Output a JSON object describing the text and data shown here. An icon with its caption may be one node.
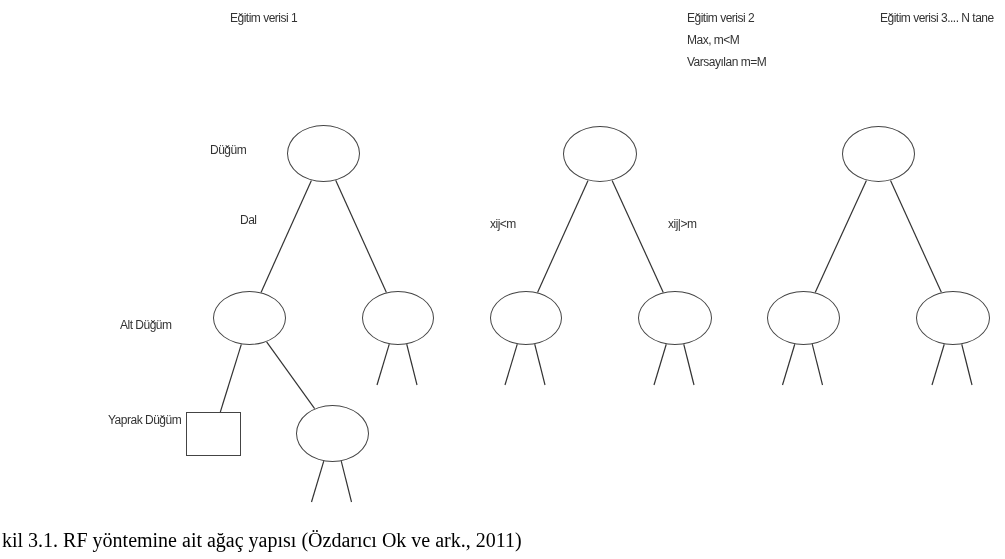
{
  "diagram": {
    "caption": "kil 3.1. RF yöntemine ait ağaç yapısı (Özdarıcı Ok ve ark., 2011)",
    "nodes": [
      {
        "text": [],
        "shape": "ellipse",
        "beside": [
          "Düğüm"
        ]
      },
      {
        "text": [],
        "shape": "ellipse",
        "beside": [
          "Alt Düğüm"
        ]
      },
      {
        "text": [],
        "shape": "ellipse"
      },
      {
        "text": [],
        "shape": "box",
        "beside": [
          "Yaprak Düğüm"
        ]
      },
      {
        "text": [],
        "shape": "ellipse"
      },
      {
        "text": [],
        "shape": "ellipse"
      },
      {
        "text": [],
        "shape": "ellipse"
      },
      {
        "text": [],
        "shape": "ellipse"
      },
      {
        "text": [],
        "shape": "ellipse"
      },
      {
        "text": [],
        "shape": "ellipse"
      },
      {
        "text": [],
        "shape": "ellipse"
      }
    ],
    "edges": [
      {
        "from": 0,
        "to": 1,
        "arrow": "none",
        "label": "Dal"
      },
      {
        "from": 0,
        "to": 2,
        "arrow": "none"
      },
      {
        "from": 1,
        "to": 3,
        "arrow": "none"
      },
      {
        "from": 1,
        "to": 4,
        "arrow": "none"
      },
      {
        "from": 2,
        "to": null,
        "arrow": "none"
      },
      {
        "from": 2,
        "to": null,
        "arrow": "none"
      },
      {
        "from": 4,
        "to": null,
        "arrow": "none"
      },
      {
        "from": 4,
        "to": null,
        "arrow": "none"
      },
      {
        "from": 5,
        "to": 6,
        "arrow": "none",
        "label": "xij<m"
      },
      {
        "from": 5,
        "to": 7,
        "arrow": "none",
        "label": "xij|>m"
      },
      {
        "from": 6,
        "to": null,
        "arrow": "none"
      },
      {
        "from": 6,
        "to": null,
        "arrow": "none"
      },
      {
        "from": 7,
        "to": null,
        "arrow": "none"
      },
      {
        "from": 7,
        "to": null,
        "arrow": "none"
      },
      {
        "from": 8,
        "to": 9,
        "arrow": "none"
      },
      {
        "from": 8,
        "to": 10,
        "arrow": "none"
      },
      {
        "from": 9,
        "to": null,
        "arrow": "none"
      },
      {
        "from": 9,
        "to": null,
        "arrow": "none"
      },
      {
        "from": 10,
        "to": null,
        "arrow": "none"
      },
      {
        "from": 10,
        "to": null,
        "arrow": "none"
      }
    ],
    "labels": [
      "Eğitim verisi 1",
      "Eğitim verisi 2",
      "Max, m<M",
      "Varsayılan m=M",
      "Eğitim verisi 3.... N tane"
    ]
  }
}
